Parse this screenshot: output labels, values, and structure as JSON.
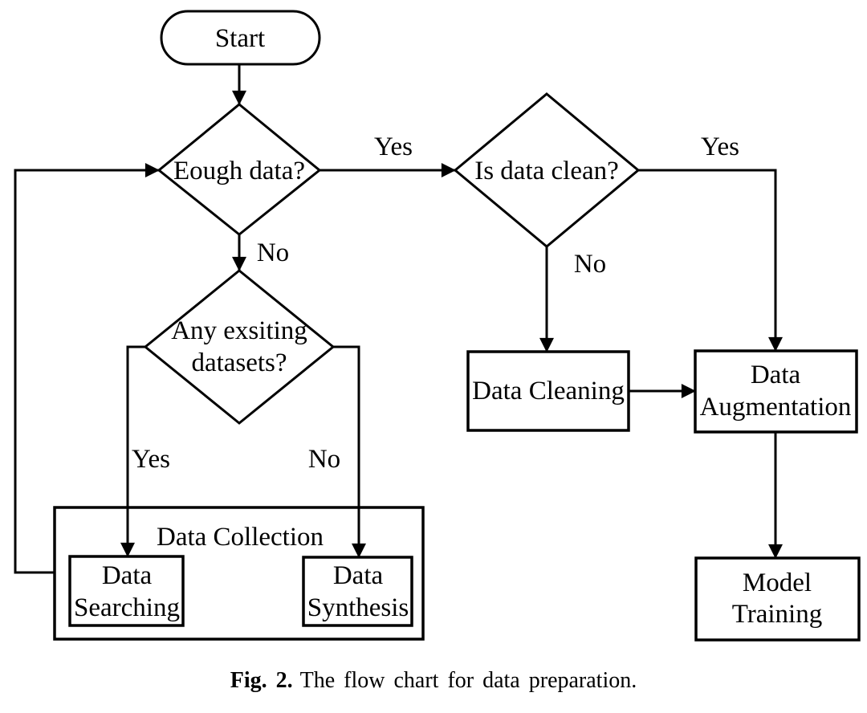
{
  "caption": {
    "label": "Fig. 2.",
    "text": "The flow chart for data preparation."
  },
  "nodes": {
    "start": {
      "label": "Start"
    },
    "enough_data": {
      "label": "Eough data?"
    },
    "is_data_clean": {
      "label": "Is data clean?"
    },
    "any_existing_datasets": {
      "line1": "Any exsiting",
      "line2": "datasets?"
    },
    "data_cleaning": {
      "label": "Data Cleaning"
    },
    "data_augmentation": {
      "line1": "Data",
      "line2": "Augmentation"
    },
    "model_training": {
      "line1": "Model",
      "line2": "Training"
    },
    "data_collection": {
      "label": "Data Collection"
    },
    "data_searching": {
      "line1": "Data",
      "line2": "Searching"
    },
    "data_synthesis": {
      "line1": "Data",
      "line2": "Synthesis"
    }
  },
  "edge_labels": {
    "enough_data_yes": "Yes",
    "enough_data_no": "No",
    "is_data_clean_yes": "Yes",
    "is_data_clean_no": "No",
    "datasets_yes": "Yes",
    "datasets_no": "No"
  },
  "colors": {
    "stroke": "#000000",
    "background": "#ffffff"
  }
}
